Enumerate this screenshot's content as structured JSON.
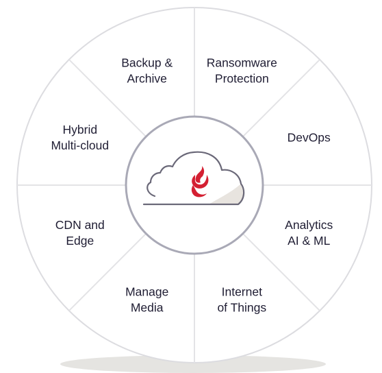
{
  "segments": [
    {
      "id": "ransomware-protection",
      "lines": [
        "Ransomware",
        "Protection"
      ]
    },
    {
      "id": "devops",
      "lines": [
        "DevOps"
      ]
    },
    {
      "id": "analytics-ai-ml",
      "lines": [
        "Analytics",
        "AI & ML"
      ]
    },
    {
      "id": "internet-of-things",
      "lines": [
        "Internet",
        "of Things"
      ]
    },
    {
      "id": "manage-media",
      "lines": [
        "Manage",
        "Media"
      ]
    },
    {
      "id": "cdn-and-edge",
      "lines": [
        "CDN and",
        "Edge"
      ]
    },
    {
      "id": "hybrid-multi-cloud",
      "lines": [
        "Hybrid",
        "Multi-cloud"
      ]
    },
    {
      "id": "backup-archive",
      "lines": [
        "Backup &",
        "Archive"
      ]
    }
  ],
  "center_icon": "cloud-flame-icon",
  "colors": {
    "ring_stroke": "#dcdce0",
    "divider": "#e3e3e6",
    "hub_stroke": "#a9a9b6",
    "cloud_outline": "#6a6878",
    "cloud_shade": "#e8e4df",
    "flame": "#d42032",
    "shadow": "#e5e4e1",
    "text": "#1f1d33"
  }
}
